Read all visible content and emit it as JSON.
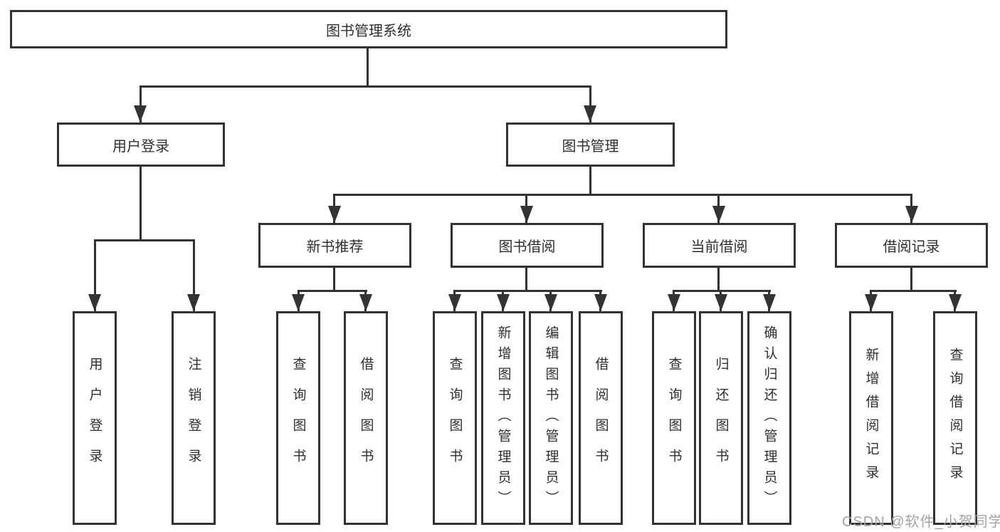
{
  "tree": {
    "label": "图书管理系统",
    "children": [
      {
        "label": "用户登录",
        "children": [
          {
            "label": "用户登录"
          },
          {
            "label": "注销登录"
          }
        ]
      },
      {
        "label": "图书管理",
        "children": [
          {
            "label": "新书推荐",
            "children": [
              {
                "label": "查询图书"
              },
              {
                "label": "借阅图书"
              }
            ]
          },
          {
            "label": "图书借阅",
            "children": [
              {
                "label": "查询图书"
              },
              {
                "label": "新增图书（管理员）"
              },
              {
                "label": "编辑图书（管理员）"
              },
              {
                "label": "借阅图书"
              }
            ]
          },
          {
            "label": "当前借阅",
            "children": [
              {
                "label": "查询图书"
              },
              {
                "label": "归还图书"
              },
              {
                "label": "确认归还（管理员）"
              }
            ]
          },
          {
            "label": "借阅记录",
            "children": [
              {
                "label": "新增借阅记录"
              },
              {
                "label": "查询借阅记录"
              }
            ]
          }
        ]
      }
    ]
  },
  "watermark": {
    "text": "CSDN @软件_小贺同学"
  },
  "colors": {
    "line": "#333333",
    "box_background": "#ffffff",
    "text": "#2f2f2f",
    "watermark": "#a3a3a3"
  }
}
